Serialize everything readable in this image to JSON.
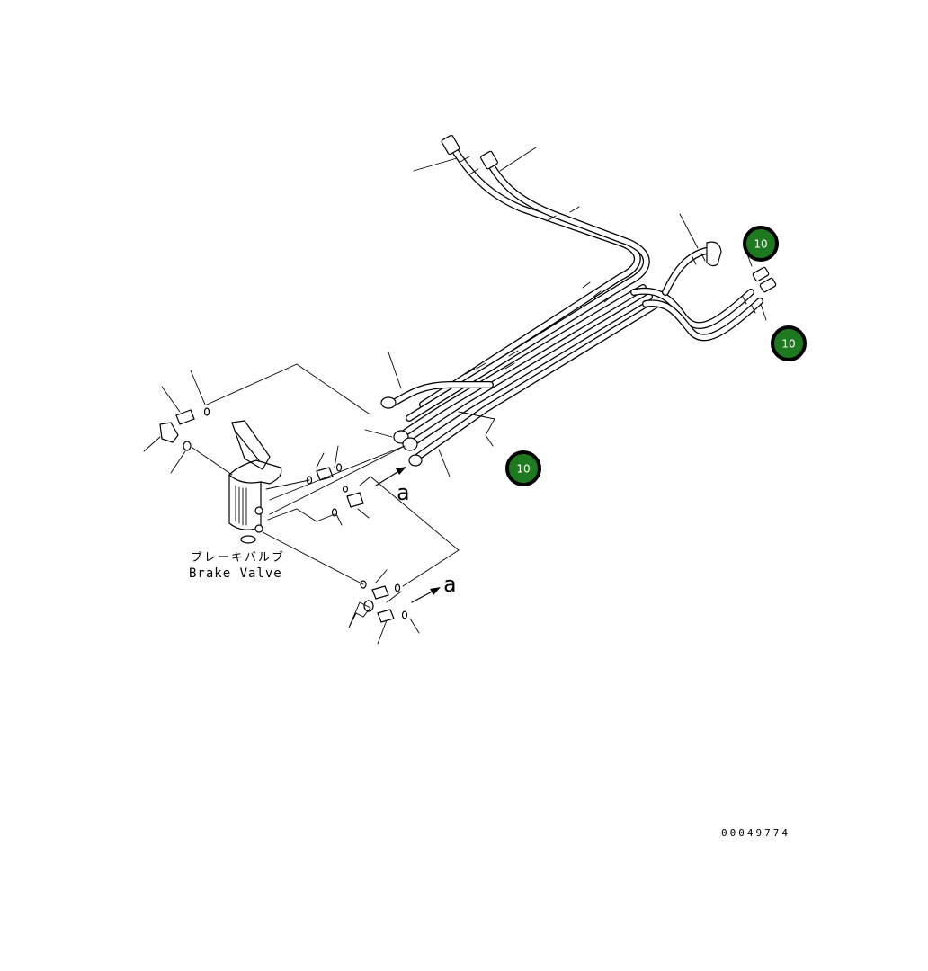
{
  "component_label": {
    "japanese": "ブレーキバルブ",
    "english": "Brake Valve"
  },
  "view_marker": "a",
  "drawing_number": "00049774",
  "callouts": [
    {
      "text": "10"
    },
    {
      "text": "10"
    },
    {
      "text": "10"
    }
  ],
  "colors": {
    "callout_fill": "#1e7a1e",
    "callout_ring": "#000000",
    "line": "#000000",
    "background": "#ffffff"
  }
}
